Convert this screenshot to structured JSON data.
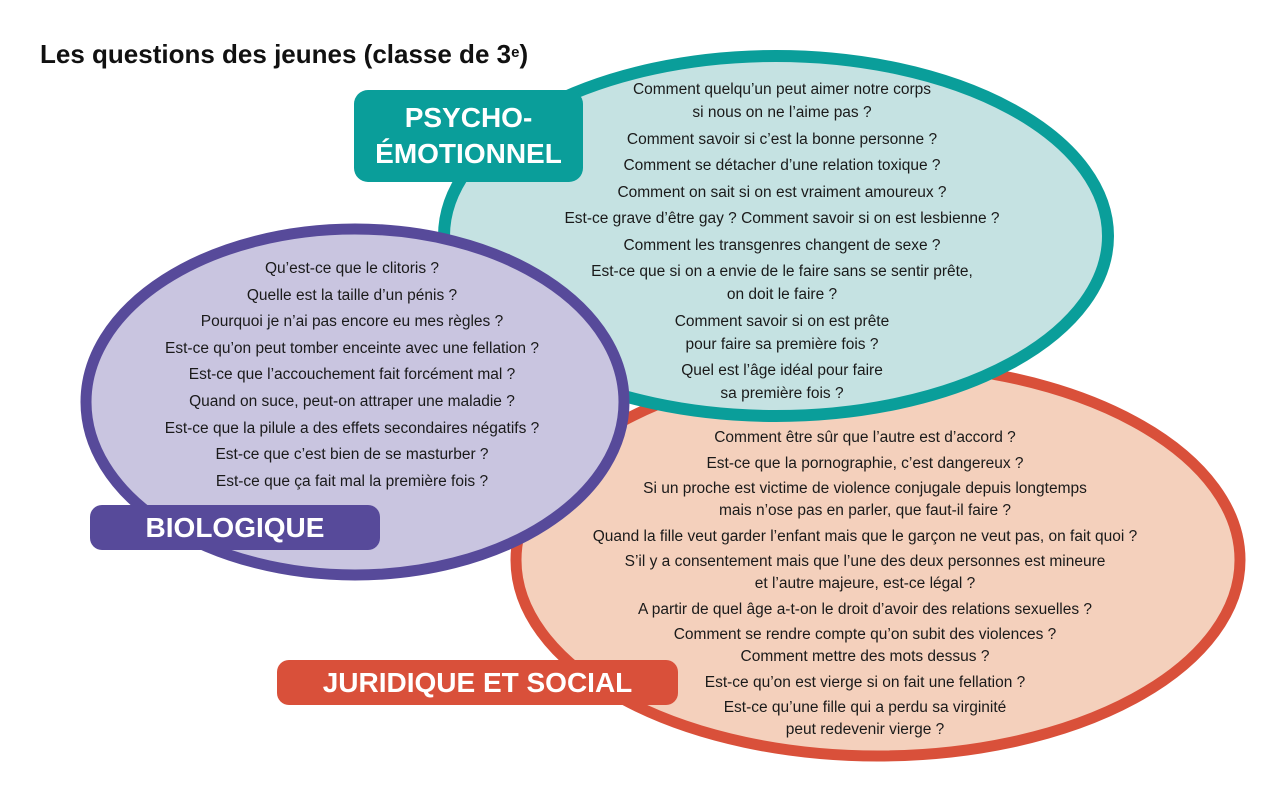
{
  "title": {
    "text": "Les questions des jeunes (classe de 3",
    "sup": "e",
    "close": ")"
  },
  "colors": {
    "psycho": "#0a9e9a",
    "psycho_fill": "#c5e2e2",
    "bio": "#574a9a",
    "bio_fill": "#c9c5e0",
    "juridique": "#d9503a",
    "juridique_fill": "#f4d0bc"
  },
  "groups": {
    "psycho": {
      "label": "PSYCHO-\nÉMOTIONNEL",
      "questions": [
        "Comment quelqu’un peut aimer notre corps\nsi nous on ne l’aime pas ?",
        "Comment savoir si c’est la bonne personne ?",
        "Comment se détacher d’une relation toxique ?",
        "Comment on sait si on est vraiment amoureux ?",
        "Est-ce grave d’être gay ? Comment savoir si on est lesbienne ?",
        "Comment les transgenres changent de sexe ?",
        "Est-ce que si on a envie de le faire sans se sentir prête,\non doit le faire ?",
        "Comment savoir si on est prête\npour faire sa première fois ?",
        "Quel est l’âge idéal pour faire\nsa première fois ?"
      ]
    },
    "bio": {
      "label": "BIOLOGIQUE",
      "questions": [
        "Qu’est-ce que le clitoris ?",
        "Quelle est la taille d’un pénis ?",
        "Pourquoi je n’ai pas encore eu mes règles ?",
        "Est-ce qu’on peut tomber enceinte avec une fellation ?",
        "Est-ce que l’accouchement fait forcément mal ?",
        "Quand on suce, peut-on attraper une maladie ?",
        "Est-ce que la pilule a des effets secondaires négatifs ?",
        "Est-ce que c’est bien de se masturber ?",
        "Est-ce que ça fait mal la première fois ?"
      ]
    },
    "juridique": {
      "label": "JURIDIQUE ET SOCIAL",
      "questions": [
        "Comment être sûr que l’autre est d’accord ?",
        "Est-ce que la pornographie, c’est dangereux ?",
        "Si un proche est victime de violence conjugale depuis longtemps\nmais n’ose pas en parler, que faut-il faire ?",
        "Quand la fille veut garder l’enfant mais que le garçon ne veut pas, on fait quoi ?",
        "S’il y a consentement mais que l’une des deux personnes est mineure\net l’autre majeure, est-ce légal ?",
        "A partir de quel âge a-t-on le droit d’avoir des relations sexuelles ?",
        "Comment se rendre compte qu’on subit des violences ?\nComment mettre des mots dessus ?",
        "Est-ce qu’on est vierge si on fait une fellation ?",
        "Est-ce qu’une fille qui a perdu sa virginité\npeut redevenir vierge ?"
      ]
    }
  }
}
